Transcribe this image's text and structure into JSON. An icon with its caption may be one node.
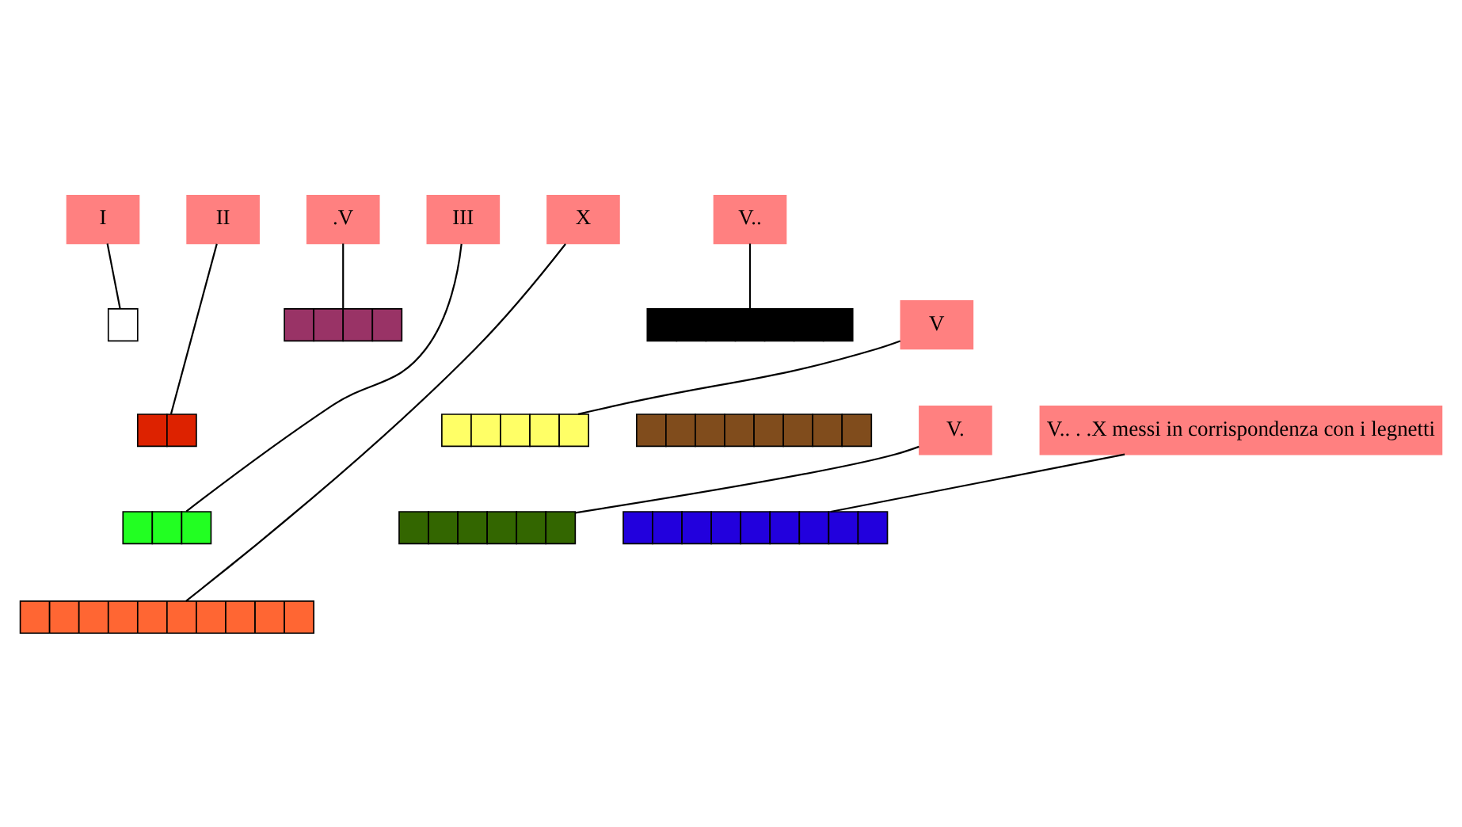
{
  "diagram": {
    "nodes": [
      {
        "text": [
          "I"
        ]
      },
      {
        "text": [
          "II"
        ]
      },
      {
        "text": [
          ".V"
        ]
      },
      {
        "text": [
          "III"
        ]
      },
      {
        "text": [
          "X"
        ]
      },
      {
        "text": [
          "V"
        ]
      },
      {
        "text": [
          "V."
        ]
      },
      {
        "text": [
          "V.. . .X messi in corrispondenza con i legnetti"
        ]
      },
      {
        "text": [
          "V.."
        ]
      },
      {
        "text": [],
        "shape": "bar"
      },
      {
        "text": [],
        "shape": "bar"
      },
      {
        "text": [],
        "shape": "bar"
      },
      {
        "text": [],
        "shape": "bar"
      },
      {
        "text": [],
        "shape": "bar"
      },
      {
        "text": [],
        "shape": "bar"
      },
      {
        "text": [],
        "shape": "bar"
      },
      {
        "text": [],
        "shape": "bar"
      },
      {
        "text": [],
        "shape": "bar"
      },
      {
        "text": [],
        "shape": "bar"
      }
    ],
    "edges": [
      {
        "from": 0,
        "to": 9,
        "arrow": "none"
      },
      {
        "from": 1,
        "to": 12,
        "arrow": "none"
      },
      {
        "from": 2,
        "to": 10,
        "arrow": "none"
      },
      {
        "from": 3,
        "to": 15,
        "arrow": "none"
      },
      {
        "from": 4,
        "to": 18,
        "arrow": "none"
      },
      {
        "from": 5,
        "to": 13,
        "arrow": "none"
      },
      {
        "from": 6,
        "to": 16,
        "arrow": "none"
      },
      {
        "from": 7,
        "to": 17,
        "arrow": "none"
      },
      {
        "from": 8,
        "to": 11,
        "arrow": "none"
      }
    ]
  }
}
